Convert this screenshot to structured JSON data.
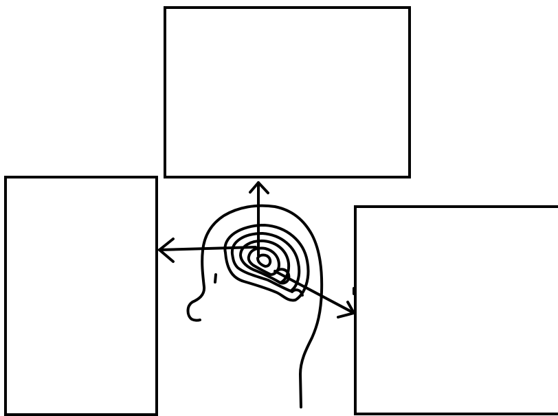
{
  "diagram": {
    "stroke_color": "#000000",
    "background_color": "#ffffff",
    "boxes": [
      {
        "id": "top",
        "label": ""
      },
      {
        "id": "left",
        "label": ""
      },
      {
        "id": "right",
        "label": ""
      }
    ],
    "figure": {
      "icon": "head-with-brain-icon"
    },
    "arrows": [
      "up",
      "left",
      "down-right"
    ]
  }
}
